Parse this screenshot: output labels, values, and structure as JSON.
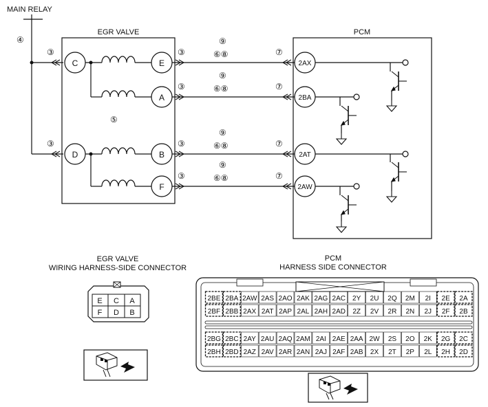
{
  "labels": {
    "main_relay": "MAIN RELAY",
    "egr_valve": "EGR VALVE",
    "pcm": "PCM",
    "egr_connector_line1": "EGR VALVE",
    "egr_connector_line2": "WIRING HARNESS-SIDE CONNECTOR",
    "pcm_connector_line1": "PCM",
    "pcm_connector_line2": "HARNESS SIDE CONNECTOR"
  },
  "callouts": {
    "n3": "③",
    "n4": "④",
    "n5": "⑤",
    "n7": "⑦",
    "n9": "⑨",
    "n68": "⑥⑧"
  },
  "egr_terminals": {
    "C": "C",
    "D": "D",
    "E": "E",
    "A": "A",
    "B": "B",
    "F": "F"
  },
  "pcm_terminals": {
    "t1": "2AX",
    "t2": "2BA",
    "t3": "2AT",
    "t4": "2AW"
  },
  "egr_connector_cells": [
    [
      "E",
      "C",
      "A"
    ],
    [
      "F",
      "D",
      "B"
    ]
  ],
  "pcm_connector": {
    "upper_rows": [
      [
        "2BE",
        "2BA",
        "2AW",
        "2AS",
        "2AO",
        "2AK",
        "2AG",
        "2AC",
        "2Y",
        "2U",
        "2Q",
        "2M",
        "2I",
        "2E",
        "2A"
      ],
      [
        "2BF",
        "2BB",
        "2AX",
        "2AT",
        "2AP",
        "2AL",
        "2AH",
        "2AD",
        "2Z",
        "2V",
        "2R",
        "2N",
        "2J",
        "2F",
        "2B"
      ]
    ],
    "lower_rows": [
      [
        "2BG",
        "2BC",
        "2AY",
        "2AU",
        "2AQ",
        "2AM",
        "2AI",
        "2AE",
        "2AA",
        "2W",
        "2S",
        "2O",
        "2K",
        "2G",
        "2C"
      ],
      [
        "2BH",
        "2BD",
        "2AZ",
        "2AV",
        "2AR",
        "2AN",
        "2AJ",
        "2AF",
        "2AB",
        "2X",
        "2T",
        "2P",
        "2L",
        "2H",
        "2D"
      ]
    ]
  }
}
